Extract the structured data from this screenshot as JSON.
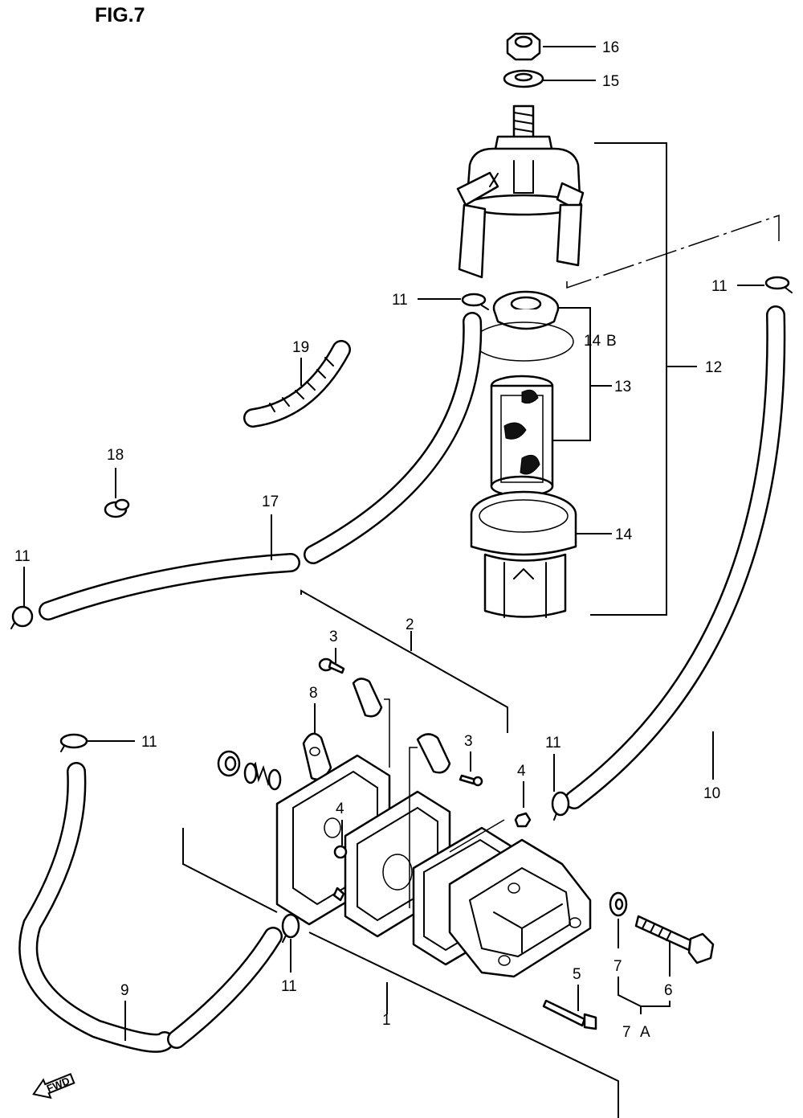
{
  "figure_title": "FIG.7",
  "fwd_label": "FWD",
  "labels": {
    "p1": "1",
    "p2": "2",
    "p3a": "3",
    "p3b": "3",
    "p4a": "4",
    "p4b": "4",
    "p5": "5",
    "p6": "6",
    "p7": "7",
    "p7a": "7",
    "p7a_suffix": "A",
    "p8": "8",
    "p9": "9",
    "p10": "10",
    "p11a": "11",
    "p11b": "11",
    "p11c": "11",
    "p11d": "11",
    "p11e": "11",
    "p11f": "11",
    "p12": "12",
    "p13": "13",
    "p14": "14",
    "p14b": "14",
    "p14b_suffix": "B",
    "p15": "15",
    "p16": "16",
    "p17": "17",
    "p18": "18",
    "p19": "19"
  }
}
